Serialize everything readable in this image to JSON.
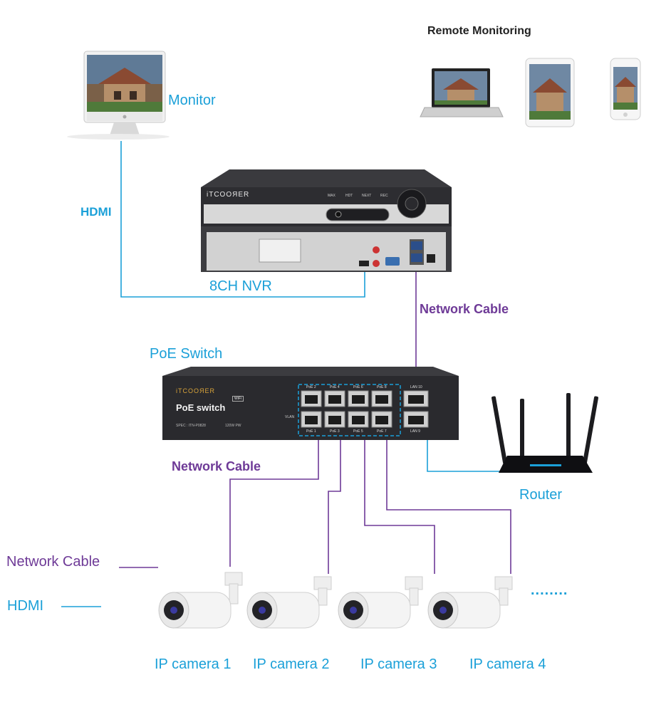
{
  "labels": {
    "remote_monitoring": "Remote Monitoring",
    "monitor": "Monitor",
    "hdmi_vertical": "HDMI",
    "nvr": "8CH NVR",
    "network_cable_nvr": "Network Cable",
    "poe_switch": "PoE Switch",
    "network_cable_cams": "Network Cable",
    "router": "Router",
    "ellipsis": "........"
  },
  "legend": {
    "network_cable": "Network Cable",
    "hdmi": "HDMI"
  },
  "nvr_device": {
    "brand": "iTCOOЯER",
    "buttons": [
      "MAX",
      "HDT",
      "NEXT",
      "REC"
    ]
  },
  "switch_device": {
    "brand": "iTCOOЯER",
    "model": "PoE switch",
    "spec": "SPEC : ITN-P0828",
    "power": "120W PW",
    "vlan": "VLAN",
    "wifi_badge": "WiFi",
    "poe_ports_top": [
      "PoE 2",
      "PoE 4",
      "PoE 6",
      "PoE 8"
    ],
    "poe_ports_bottom": [
      "PoE 1",
      "PoE 3",
      "PoE 5",
      "PoE 7"
    ],
    "lan_top": "LAN 10",
    "lan_bottom": "LAN 9"
  },
  "cameras": [
    "IP camera 1",
    "IP camera 2",
    "IP camera 3",
    "IP camera 4"
  ],
  "colors": {
    "hdmi_line": "#1ba0d8",
    "network_line": "#6e3a97",
    "device_dark": "#2a2a2e"
  }
}
